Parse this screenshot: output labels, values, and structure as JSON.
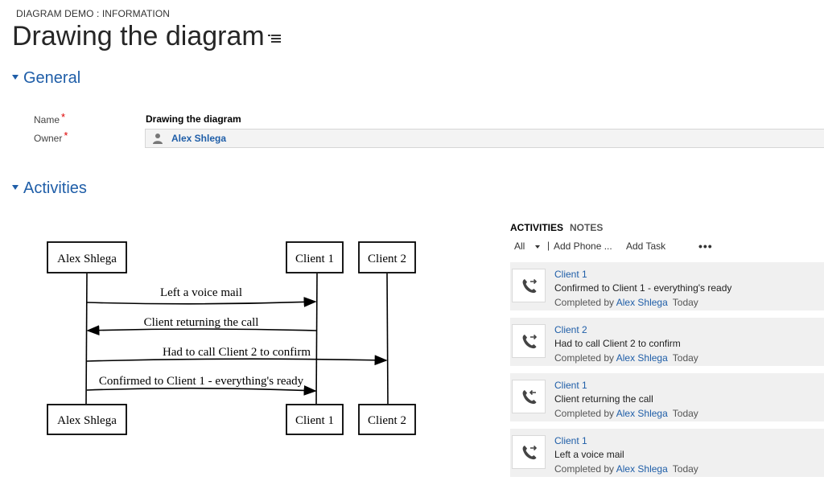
{
  "header": {
    "breadcrumb": "DIAGRAM DEMO : INFORMATION",
    "title": "Drawing the diagram"
  },
  "sections": {
    "general": "General",
    "activities": "Activities"
  },
  "form": {
    "name_label": "Name",
    "name_value": "Drawing the diagram",
    "owner_label": "Owner",
    "owner_value": "Alex Shlega",
    "required_mark": "*"
  },
  "diagram": {
    "participants": [
      "Alex Shlega",
      "Client 1",
      "Client 2"
    ],
    "messages": [
      "Left a voice mail",
      "Client returning the call",
      "Had to call Client 2 to confirm",
      "Confirmed to Client 1 - everything's ready"
    ]
  },
  "panel": {
    "tabs": [
      "ACTIVITIES",
      "NOTES"
    ],
    "toolbar": {
      "filter": "All",
      "separator": "|",
      "add_phone": "Add Phone ...",
      "add_task": "Add Task",
      "more": "•••"
    },
    "activities": [
      {
        "regarding": "Client 1",
        "subject": "Confirmed to Client 1 - everything's ready",
        "status": "Completed by",
        "by": "Alex Shlega",
        "when": "Today",
        "direction": "outgoing"
      },
      {
        "regarding": "Client 2",
        "subject": "Had to call Client 2 to confirm",
        "status": "Completed by",
        "by": "Alex Shlega",
        "when": "Today",
        "direction": "outgoing"
      },
      {
        "regarding": "Client 1",
        "subject": "Client returning the call",
        "status": "Completed by",
        "by": "Alex Shlega",
        "when": "Today",
        "direction": "incoming"
      },
      {
        "regarding": "Client 1",
        "subject": "Left a voice mail",
        "status": "Completed by",
        "by": "Alex Shlega",
        "when": "Today",
        "direction": "outgoing"
      }
    ]
  },
  "colors": {
    "accent": "#1f5ea8",
    "required": "#dd0000",
    "activity_bg": "#f0f0f0"
  }
}
